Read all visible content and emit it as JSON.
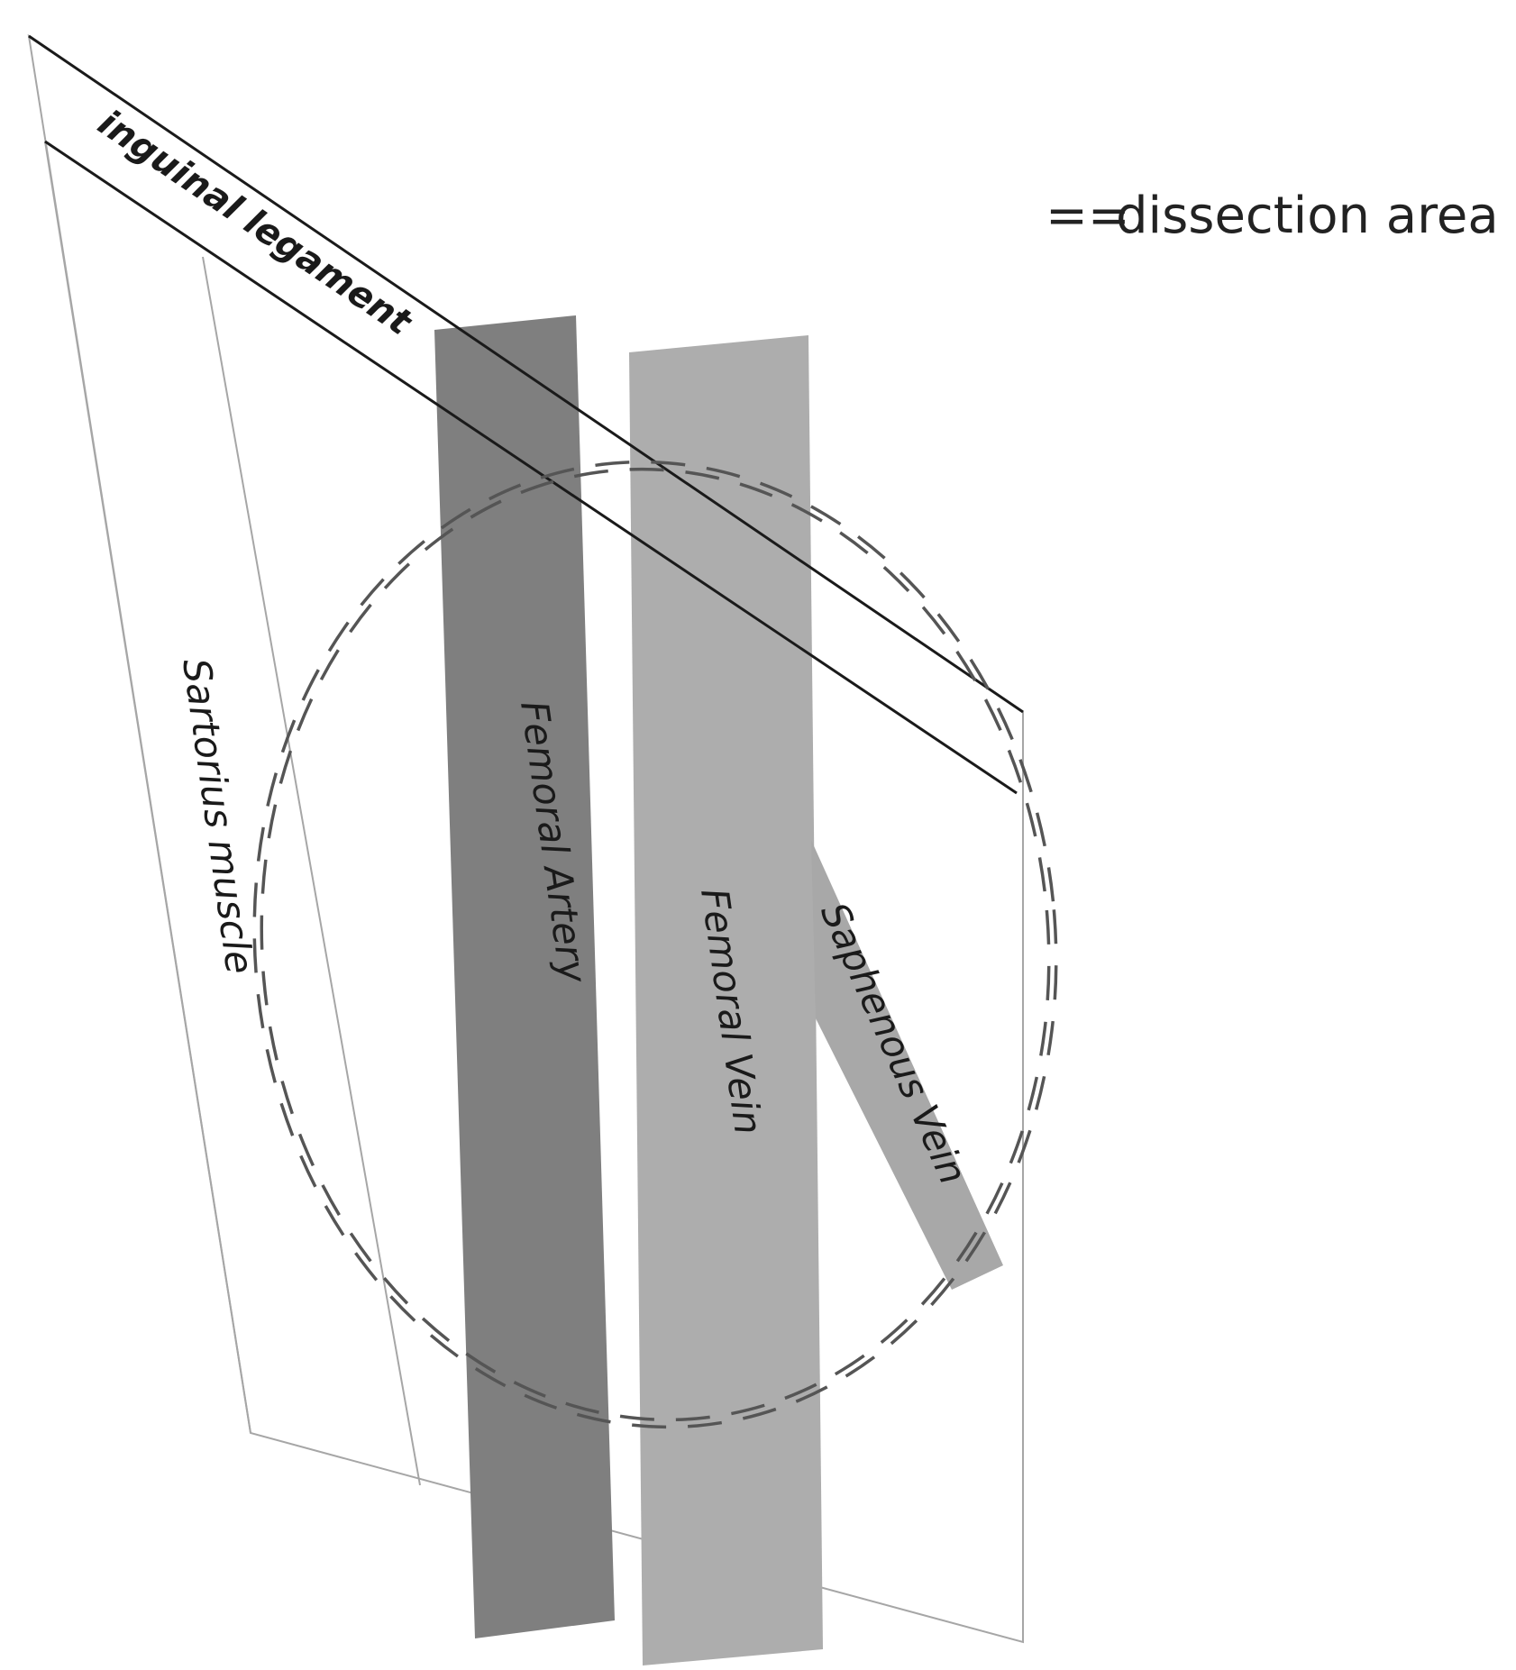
{
  "legend": {
    "symbol": "==",
    "text": "dissection area"
  },
  "labels": {
    "inguinal_ligament": "inguinal legament",
    "sartorius_muscle": "Sartorius muscle",
    "femoral_artery": "Femoral Artery",
    "femoral_vein": "Femoral Vein",
    "saphenous_vein": "Saphenous Vein"
  },
  "colors": {
    "femoral_artery": "#7f7f7f",
    "femoral_vein": "#adadad",
    "saphenous_vein": "#a8a8a8",
    "outline": "#a6a6a6",
    "ligament": "#1a1a1a",
    "dissection_circle": "#555555"
  }
}
